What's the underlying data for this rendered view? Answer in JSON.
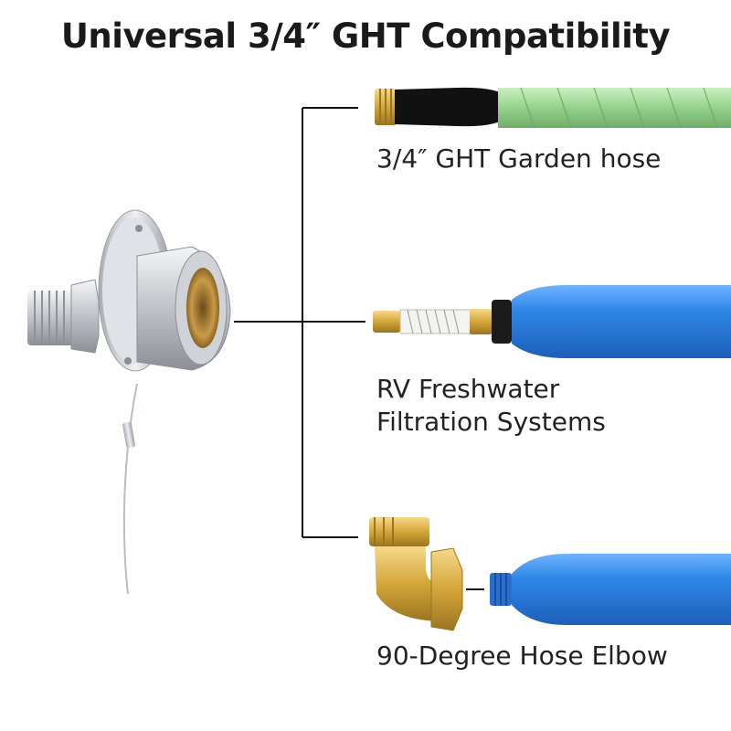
{
  "title": "Universal 3/4″ GHT Compatibility",
  "items": [
    {
      "line1": "3/4″ GHT Garden hose",
      "icon": "garden-hose"
    },
    {
      "line1": "RV Freshwater",
      "line2": "Filtration Systems",
      "icon": "water-filter"
    },
    {
      "line1": "90-Degree Hose Elbow",
      "icon": "hose-elbow"
    }
  ],
  "product": {
    "icon": "flange-inlet-fitting"
  },
  "colors": {
    "hose_green": "#9fd89a",
    "filter_blue": "#2f86e8",
    "brass": "#d4a63a",
    "steel": "#c9ccd1",
    "line": "#111111"
  }
}
